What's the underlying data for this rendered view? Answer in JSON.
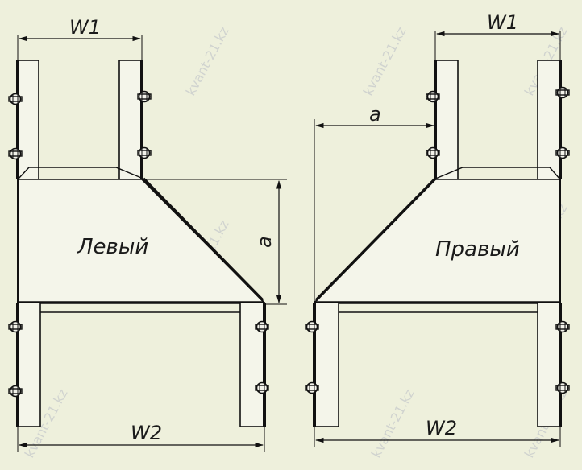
{
  "left_drawing": {
    "name_label": "Левый",
    "dim_top_label": "W1",
    "dim_bottom_label": "W2",
    "dim_side_label": "a"
  },
  "right_drawing": {
    "name_label": "Правый",
    "dim_top_label": "W1",
    "dim_bottom_label": "W2",
    "dim_side_label": "a"
  },
  "watermark": {
    "text": "kvant-21.kz"
  },
  "colors": {
    "background": "#eef0dc",
    "line": "#111111",
    "watermark": "#b9bcc6"
  }
}
